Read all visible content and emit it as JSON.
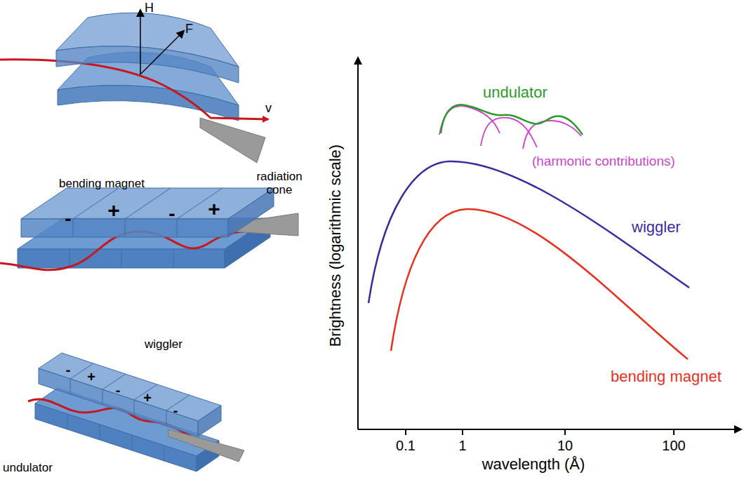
{
  "diagram": {
    "labels": [
      "H",
      "F",
      "v",
      "bending  magnet",
      "radiation cone",
      "-",
      "+",
      "-",
      "+",
      "wiggler",
      "-",
      "+",
      "-",
      "+",
      "-",
      "undulator",
      "undulator",
      "(harmonic contributions)",
      "wiggler",
      "bending magnet",
      "0.1",
      "1",
      "10",
      "100",
      "wavelength (Å)",
      "Brightness (logarithmic scale)"
    ]
  }
}
